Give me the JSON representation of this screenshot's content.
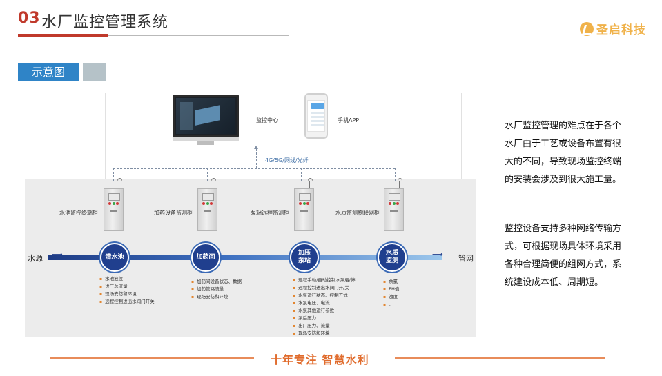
{
  "header": {
    "number": "03",
    "title": "水厂监控管理系统",
    "brand": "圣启科技"
  },
  "section_tag": "示意图",
  "diagram": {
    "top_devices": {
      "monitor_label": "监控中心",
      "phone_label": "手机APP"
    },
    "network_label": "4G/5G/网线/光纤",
    "cabinets": [
      {
        "label": "水池监控终端柜"
      },
      {
        "label": "加药设备监测柜"
      },
      {
        "label": "泵站远程监测柜"
      },
      {
        "label": "水质监测物联网柜"
      }
    ],
    "source_label": "水源",
    "sink_label": "管网",
    "nodes": [
      {
        "label": "清水池",
        "bullets": [
          "水池液位",
          "进厂总流量",
          "现场安防和环境",
          "远程控制进出水阀门开关"
        ]
      },
      {
        "label": "加药间",
        "bullets": [
          "加药间设备状态、数据",
          "加药管路流量",
          "现场安防和环境"
        ]
      },
      {
        "label_line1": "加压",
        "label_line2": "泵站",
        "bullets": [
          "远程手动/自动控制水泵启/停",
          "远程控制进出水阀门开/关",
          "水泵运行状态、控制方式",
          "水泵电压、电流",
          "水泵其他运行参数",
          "泵后压力",
          "出厂压力、流量",
          "现场安防和环境"
        ]
      },
      {
        "label_line1": "水质",
        "label_line2": "监测",
        "bullets": [
          "余氯",
          "PH值",
          "浊度",
          ".."
        ]
      }
    ]
  },
  "side_text": {
    "para1": "水厂监控管理的难点在于各个水厂由于工艺或设备布置有很大的不同，导致现场监控终端的安装会涉及到很大施工量。",
    "para2": "监控设备支持多种网络传输方式，可根据现场具体环境采用各种合理简便的组网方式，系统建设成本低、周期短。"
  },
  "footer": {
    "slogan": "十年专注  智慧水利"
  },
  "colors": {
    "accent_red": "#c0392b",
    "brand_orange": "#f0b24a",
    "tag_blue": "#2f84c7",
    "node_navy": "#203f8e",
    "footer_orange": "#e06b2c"
  }
}
